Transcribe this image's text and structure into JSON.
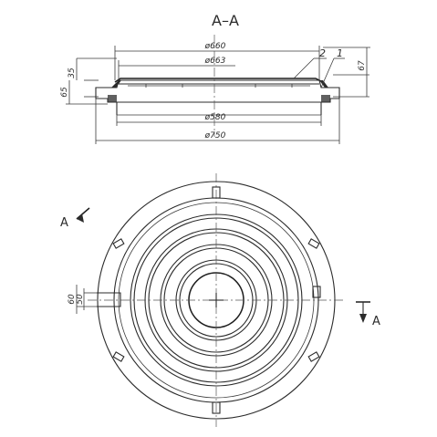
{
  "section_title": "А–А",
  "top_view": {
    "diameters": [
      "ø660",
      "ø663",
      "ø580",
      "ø750"
    ],
    "heights": [
      "35",
      "65",
      "67"
    ],
    "callouts": [
      "2",
      "1"
    ]
  },
  "plan_view": {
    "section_mark_left": "А",
    "section_mark_right": "А",
    "slot_dims": [
      "60",
      "50"
    ]
  }
}
